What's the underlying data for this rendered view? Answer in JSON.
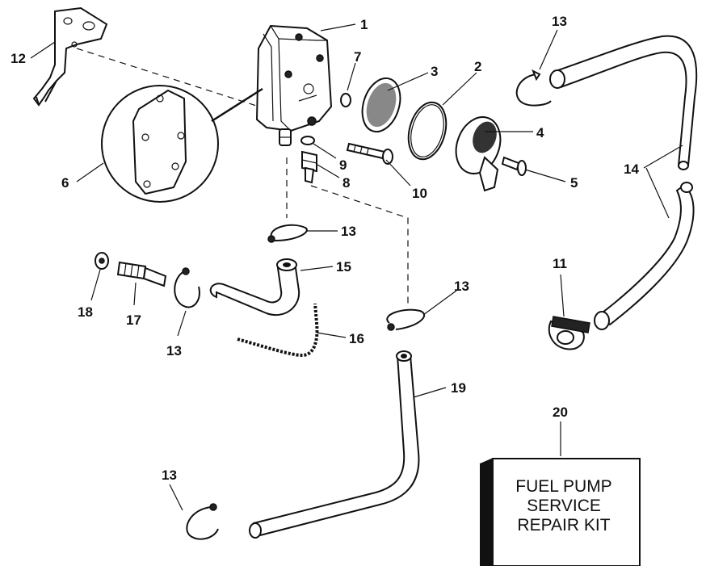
{
  "callouts": {
    "c1": "1",
    "c2": "2",
    "c3": "3",
    "c4": "4",
    "c5": "5",
    "c6": "6",
    "c7": "7",
    "c8": "8",
    "c9": "9",
    "c10": "10",
    "c11": "11",
    "c12": "12",
    "c13a": "13",
    "c13b": "13",
    "c13c": "13",
    "c13d": "13",
    "c13e": "13",
    "c14": "14",
    "c15": "15",
    "c16": "16",
    "c17": "17",
    "c18": "18",
    "c19": "19",
    "c20": "20"
  },
  "kit": {
    "line1": "FUEL PUMP",
    "line2": "SERVICE",
    "line3": "REPAIR KIT"
  }
}
